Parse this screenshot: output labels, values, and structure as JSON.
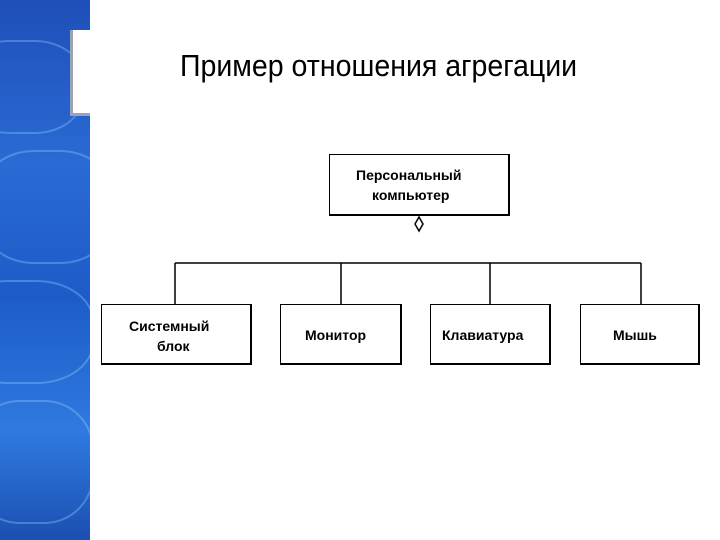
{
  "title": "Пример отношения агрегации",
  "diagram": {
    "root": {
      "line1": "Персональный",
      "line2": "компьютер"
    },
    "parts": [
      {
        "line1": "Системный",
        "line2": "блок"
      },
      {
        "line1": "Монитор"
      },
      {
        "line1": "Клавиатура"
      },
      {
        "line1": "Мышь"
      }
    ]
  },
  "colors": {
    "sidebar": "#1f5cc8",
    "line": "#000000"
  },
  "icons": {
    "aggregation": "hollow-diamond-icon"
  }
}
